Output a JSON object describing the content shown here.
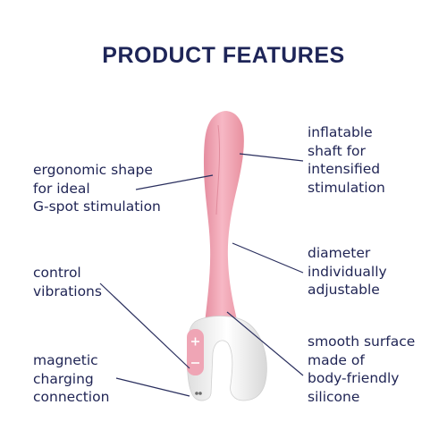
{
  "title": "PRODUCT FEATURES",
  "features": {
    "ergonomic": [
      "ergonomic shape",
      "for ideal",
      "G-spot stimulation"
    ],
    "control": [
      "control",
      "vibrations"
    ],
    "magnetic": [
      "magnetic",
      "charging",
      "connection"
    ],
    "inflatable": [
      "inflatable",
      "shaft for",
      "intensified",
      "stimulation"
    ],
    "diameter": [
      "diameter",
      "individually",
      "adjustable"
    ],
    "smooth": [
      "smooth surface",
      "made of",
      "body-friendly",
      "silicone"
    ]
  },
  "colors": {
    "text": "#1f2454",
    "product_pink": "#efa5b5",
    "handle_white": "#f4f4f4",
    "leader_line": "#2a2f5e"
  },
  "icons": [
    "product-illustration",
    "plus-icon",
    "minus-icon",
    "charging-port-icon"
  ]
}
